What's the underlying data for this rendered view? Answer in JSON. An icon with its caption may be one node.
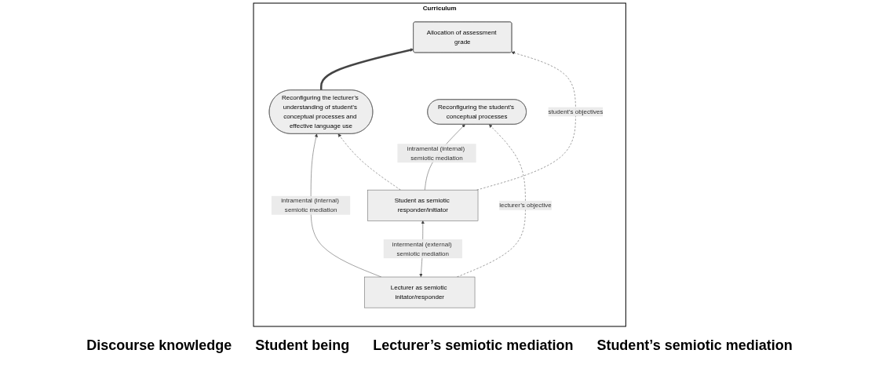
{
  "diagram": {
    "nodes": [
      {
        "text": [
          "Curriculum"
        ]
      },
      {
        "text": [
          "Reconfiguring the lecturer’s understanding of student’s conceptual processes and effective language use"
        ],
        "in": 0
      },
      {
        "text": [
          "Allocation of assessment grade"
        ],
        "in": 0
      },
      {
        "text": [
          "Reconfiguring the student’s conceptual processes"
        ],
        "in": 0
      },
      {
        "text": [
          "Lecturer as semiotic initator/responder"
        ],
        "in": 0
      },
      {
        "text": [
          "Student as semiotic responder/initiator"
        ],
        "in": 0
      }
    ],
    "edges": [
      {
        "from": 4,
        "to": 1,
        "arrow": "to",
        "label": "intramental (internal) semiotic mediation"
      },
      {
        "from": 1,
        "to": 2,
        "arrow": "to",
        "style": "thick"
      },
      {
        "from": 5,
        "to": 3,
        "arrow": "to",
        "label": "intramental (internal) semiotic mediation"
      },
      {
        "from": 4,
        "to": 5,
        "arrow": "both",
        "label": "intermental (external) semiotic mediation"
      },
      {
        "from": 4,
        "to": 3,
        "arrow": "to",
        "style": "dashed",
        "label": "lecturer’s objective"
      },
      {
        "from": 5,
        "to": 1,
        "arrow": "to",
        "style": "dashed"
      },
      {
        "from": 5,
        "to": 2,
        "arrow": "to",
        "style": "dashed",
        "label": "student’s objectives"
      }
    ],
    "labels": [
      "Discourse knowledge",
      "Student being",
      "Lecturer’s semiotic mediation",
      "Student’s semiotic mediation"
    ]
  }
}
